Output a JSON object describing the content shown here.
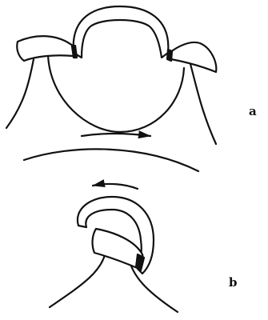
{
  "labels": {
    "a": "a",
    "b": "b"
  },
  "colors": {
    "ink": "#111111",
    "paper": "#ffffff"
  },
  "arrows": {
    "top": "rightward",
    "bottom": "leftward"
  }
}
